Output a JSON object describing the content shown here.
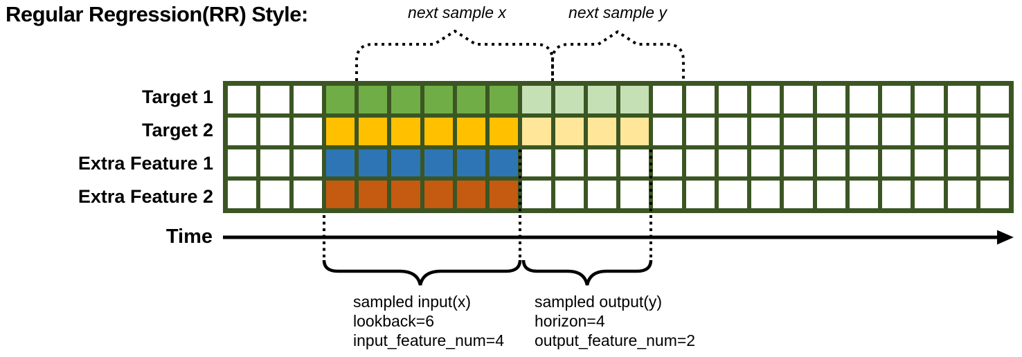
{
  "title": "Regular Regression(RR) Style:",
  "colors": {
    "grid_border": "#3B5623",
    "cell_empty": "#FFFFFF",
    "annotation_ink": "#000000",
    "target1_input": "#70AD47",
    "target1_output": "#C5E0B4",
    "target2_input": "#FFC000",
    "target2_output": "#FFE699",
    "extra_feature1_input": "#2E75B6",
    "extra_feature2_input": "#C55A11"
  },
  "grid": {
    "total_columns": 24,
    "empty_lead_columns": 3,
    "input_start_column": 3,
    "lookback": 6,
    "horizon": 4,
    "rows": [
      {
        "label": "Target 1",
        "input_color": "#70AD47",
        "output_color": "#C5E0B4"
      },
      {
        "label": "Target 2",
        "input_color": "#FFC000",
        "output_color": "#FFE699"
      },
      {
        "label": "Extra Feature 1",
        "input_color": "#2E75B6",
        "output_color": null
      },
      {
        "label": "Extra Feature 2",
        "input_color": "#C55A11",
        "output_color": null
      }
    ]
  },
  "time_axis": {
    "label": "Time"
  },
  "annotations": {
    "next_sample_x": "next sample x",
    "next_sample_y": "next sample y",
    "input_block": [
      "sampled input(x)",
      "lookback=6",
      "input_feature_num=4"
    ],
    "output_block": [
      "sampled output(y)",
      "horizon=4",
      "output_feature_num=2"
    ]
  }
}
